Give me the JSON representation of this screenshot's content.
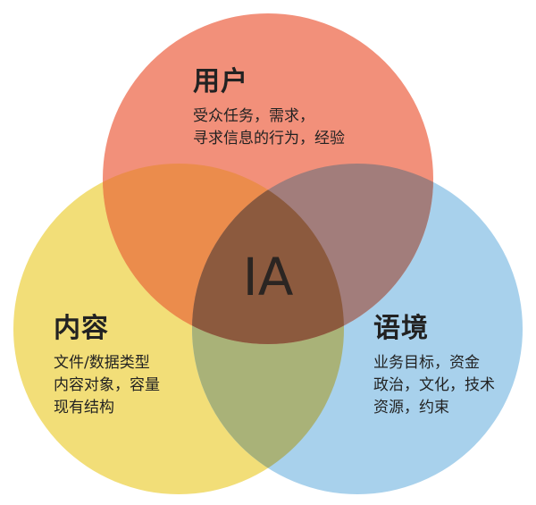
{
  "user": {
    "title": "用户",
    "lines": [
      "受众任务，需求，",
      "寻求信息的行为，经验"
    ]
  },
  "content": {
    "title": "内容",
    "lines": [
      "文件/数据类型",
      "内容对象，容量",
      "现有结构"
    ]
  },
  "context": {
    "title": "语境",
    "lines": [
      "业务目标，资金",
      "政治，文化，技术",
      "资源，约束"
    ]
  },
  "center": {
    "label": "IA"
  },
  "colors": {
    "user": "#F2907A",
    "content": "#F2DE78",
    "context": "#A8D1EC",
    "user_content": "#EB8C4C",
    "user_context": "#A27D7B",
    "content_context": "#A9B278",
    "center": "#8C5A3E"
  }
}
